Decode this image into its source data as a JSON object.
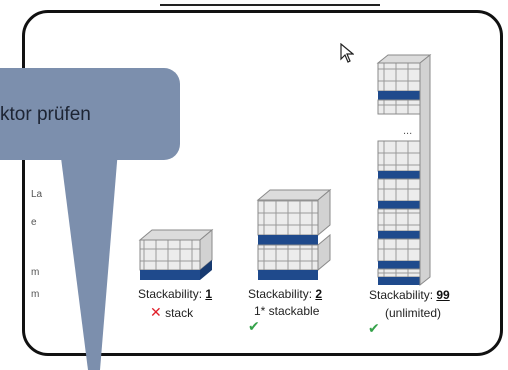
{
  "callout": {
    "text": "ktor prüfen"
  },
  "document_fragments": [
    "La",
    "e",
    "m",
    "m"
  ],
  "illustration": {
    "items": [
      {
        "label": "Stackability:",
        "value": "1",
        "note": "stack",
        "mark": "x-mark-icon",
        "mark_color": "#e0202a"
      },
      {
        "label": "Stackability:",
        "value": "2",
        "note": "1* stackable",
        "mark": "check-icon",
        "mark_color": "#35a24a"
      },
      {
        "label": "Stackability:",
        "value": "99",
        "note": "(unlimited)",
        "mark": "check-icon",
        "mark_color": "#35a24a"
      }
    ],
    "ellipsis": "..."
  },
  "colors": {
    "callout": "#7c8fad",
    "pallet_blue": "#1f4a8c",
    "box_grey": "#e8e8e8"
  },
  "cursor_icon": "mouse-pointer-icon"
}
